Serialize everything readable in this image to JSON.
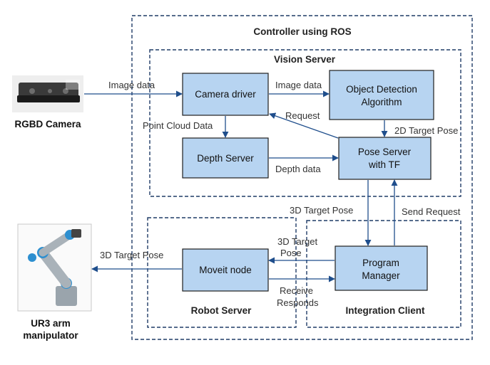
{
  "regions": {
    "controller": "Controller using ROS",
    "vision": "Vision Server",
    "robot": "Robot Server",
    "integration": "Integration Client"
  },
  "nodes": {
    "camera_driver": "Camera driver",
    "object_detection_line1": "Object Detection",
    "object_detection_line2": "Algorithm",
    "depth_server": "Depth Server",
    "pose_server_line1": "Pose Server",
    "pose_server_line2": "with TF",
    "moveit": "Moveit node",
    "program_manager_line1": "Program",
    "program_manager_line2": "Manager"
  },
  "devices": {
    "camera": "RGBD Camera",
    "arm_line1": "UR3 arm",
    "arm_line2": "manipulator"
  },
  "edges": {
    "image_data_camera": "Image data",
    "image_data_driver": "Image data",
    "request": "Request",
    "point_cloud": "Point Cloud Data",
    "target_2d": "2D Target Pose",
    "depth_data": "Depth data",
    "target_3d_pose_server": "3D Target Pose",
    "send_request": "Send Request",
    "target_3d_arm": "3D Target Pose",
    "target_3d_program_line1": "3D Target",
    "target_3d_program_line2": "Pose",
    "receive_line1": "Receive",
    "receive_line2": "Responds"
  }
}
